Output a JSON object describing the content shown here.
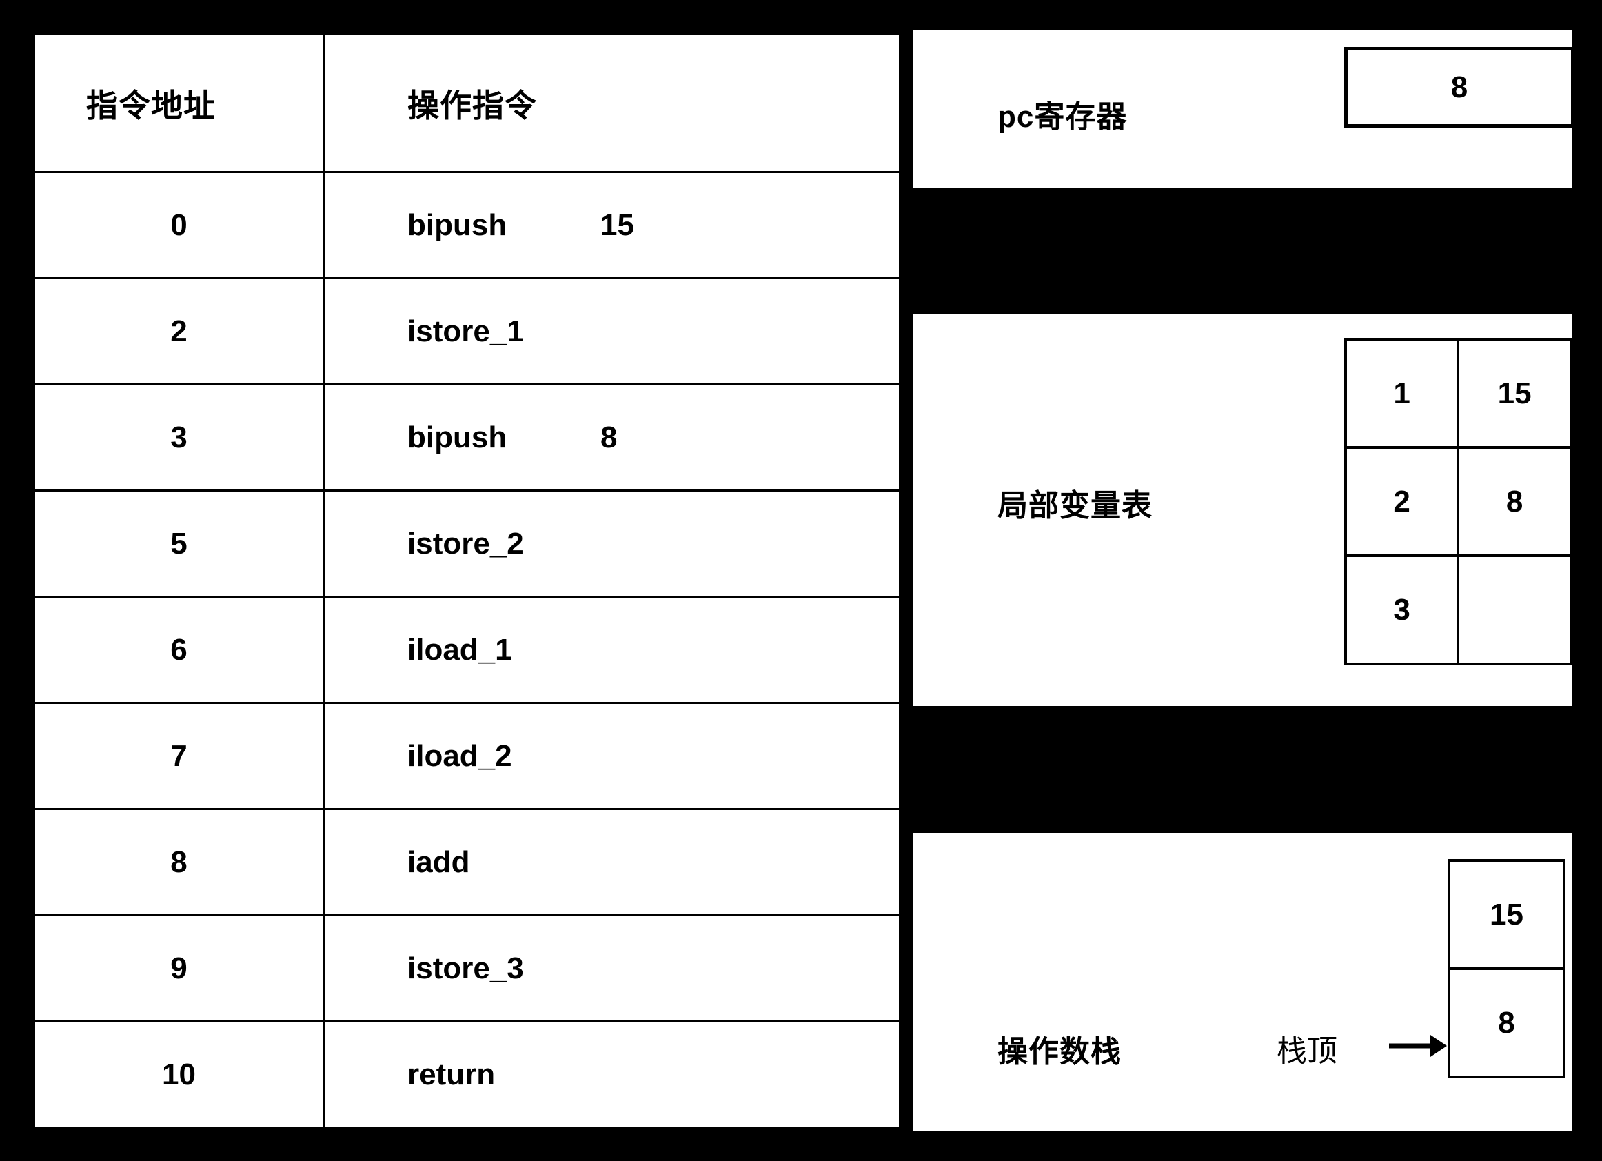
{
  "colors": {
    "background": "#000000",
    "panel": "#ffffff",
    "stroke": "#000000",
    "highlight_row": "#f8cfcc"
  },
  "instruction_table": {
    "headers": {
      "address": "指令地址",
      "instruction": "操作指令"
    },
    "rows": [
      {
        "address": "0",
        "opcode": "bipush",
        "operand": "15",
        "highlight": false
      },
      {
        "address": "2",
        "opcode": "istore_1",
        "operand": "",
        "highlight": false
      },
      {
        "address": "3",
        "opcode": "bipush",
        "operand": "8",
        "highlight": false
      },
      {
        "address": "5",
        "opcode": "istore_2",
        "operand": "",
        "highlight": false
      },
      {
        "address": "6",
        "opcode": "iload_1",
        "operand": "",
        "highlight": false
      },
      {
        "address": "7",
        "opcode": "iload_2",
        "operand": "",
        "highlight": false
      },
      {
        "address": "8",
        "opcode": "iadd",
        "operand": "",
        "highlight": true
      },
      {
        "address": "9",
        "opcode": "istore_3",
        "operand": "",
        "highlight": false
      },
      {
        "address": "10",
        "opcode": "return",
        "operand": "",
        "highlight": false
      }
    ]
  },
  "pc_register": {
    "label": "pc寄存器",
    "value": "8"
  },
  "local_variable_table": {
    "label": "局部变量表",
    "rows": [
      {
        "slot": "1",
        "value": "15"
      },
      {
        "slot": "2",
        "value": "8"
      },
      {
        "slot": "3",
        "value": ""
      }
    ]
  },
  "operand_stack": {
    "label": "操作数栈",
    "top_label": "栈顶",
    "cells": [
      {
        "value": "15"
      },
      {
        "value": "8"
      }
    ]
  }
}
